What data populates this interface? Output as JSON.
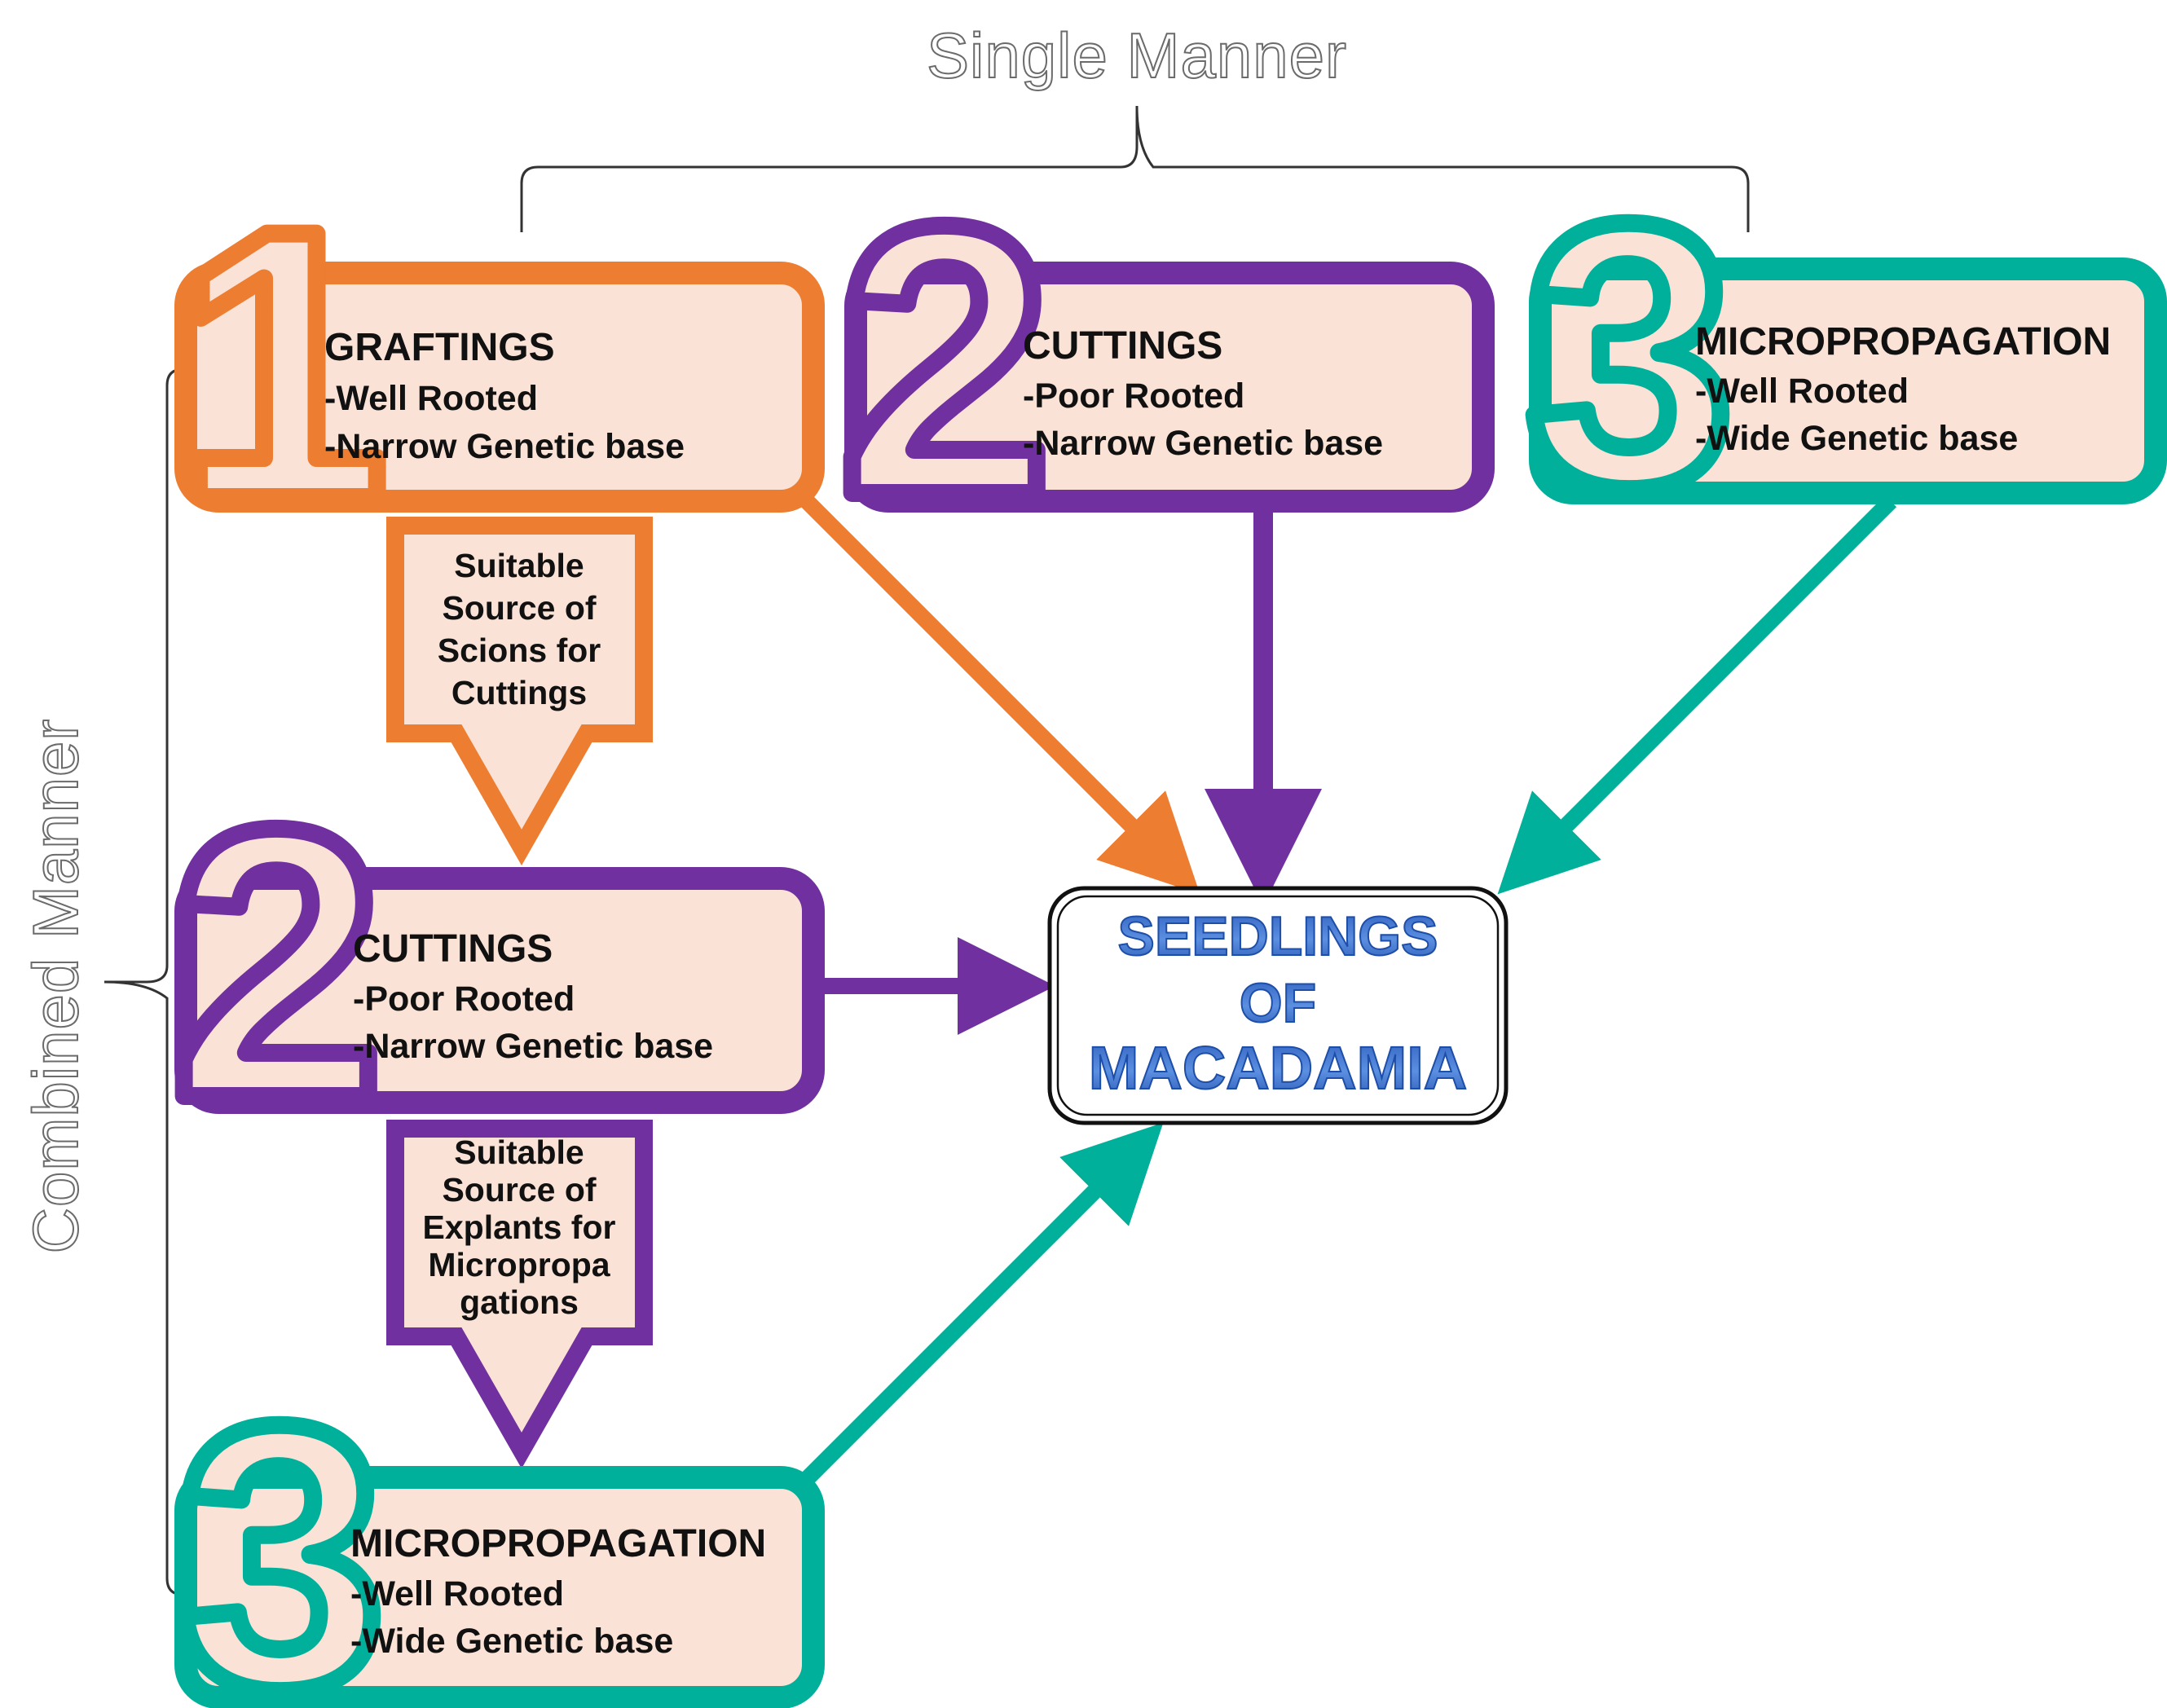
{
  "labels": {
    "single_manner": "Single Manner",
    "combined_manner": "Combined  Manner"
  },
  "colors": {
    "grafting": "#ED7D31",
    "cuttings": "#7030A0",
    "micropropagation": "#00B09B",
    "box_fill": "#FAE3D6",
    "seedlings_text": "#4472C4"
  },
  "single": {
    "grafting": {
      "number": "1",
      "title": "GRAFTINGS",
      "item1": "-Well Rooted",
      "item2": "-Narrow Genetic base"
    },
    "cuttings": {
      "number": "2",
      "title": "CUTTINGS",
      "item1": "-Poor Rooted",
      "item2": "-Narrow Genetic base"
    },
    "micro": {
      "number": "3",
      "title": "MICROPROPAGATION",
      "item1": "-Well Rooted",
      "item2": "-Wide Genetic base"
    }
  },
  "combined": {
    "cuttings": {
      "number": "2",
      "title": "CUTTINGS",
      "item1": "-Poor Rooted",
      "item2": "-Narrow Genetic base"
    },
    "micro": {
      "number": "3",
      "title": "MICROPROPAGATION",
      "item1": "-Well Rooted",
      "item2": "-Wide Genetic base"
    }
  },
  "arrows": {
    "scions": {
      "line1": "Suitable",
      "line2": "Source of",
      "line3": "Scions for",
      "line4": "Cuttings"
    },
    "explants": {
      "line1": "Suitable",
      "line2": "Source of",
      "line3": "Explants for",
      "line4": "Micropropa",
      "line5": "gations"
    }
  },
  "seedlings": {
    "line1": "SEEDLINGS",
    "line2": "OF",
    "line3": "MACADAMIA"
  }
}
